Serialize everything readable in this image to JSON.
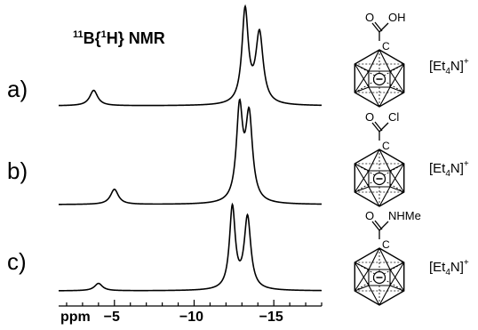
{
  "title": {
    "isotope_mass": "11",
    "nucleus": "B",
    "decoupled_mass": "1",
    "decoupled": "H",
    "suffix": " NMR"
  },
  "axis": {
    "unit": "ppm",
    "tick_labels": [
      "−5",
      "−10",
      "−15"
    ],
    "tick_values": [
      -5,
      -10,
      -15
    ],
    "range": [
      -1.5,
      -18.0
    ]
  },
  "traces": [
    {
      "label": "a)",
      "substituent": {
        "top": "O",
        "right": "OH"
      },
      "cation": {
        "main": "[Et",
        "sub": "4",
        "rest": "N]",
        "sup": "+"
      },
      "peaks": [
        {
          "ppm": -3.7,
          "height": 0.165,
          "width": 0.3
        },
        {
          "ppm": -13.2,
          "height": 1.0,
          "width": 0.24
        },
        {
          "ppm": -14.1,
          "height": 0.75,
          "width": 0.28
        }
      ]
    },
    {
      "label": "b)",
      "substituent": {
        "top": "O",
        "right": "Cl"
      },
      "cation": {
        "main": "[Et",
        "sub": "4",
        "rest": "N]",
        "sup": "+"
      },
      "peaks": [
        {
          "ppm": -5.0,
          "height": 0.165,
          "width": 0.3
        },
        {
          "ppm": -12.85,
          "height": 1.0,
          "width": 0.24
        },
        {
          "ppm": -13.45,
          "height": 0.92,
          "width": 0.26
        }
      ]
    },
    {
      "label": "c)",
      "substituent": {
        "top": "O",
        "right": "NHMe"
      },
      "cation": {
        "main": "[Et",
        "sub": "4",
        "rest": "N]",
        "sup": "+"
      },
      "peaks": [
        {
          "ppm": -4.0,
          "height": 0.09,
          "width": 0.3
        },
        {
          "ppm": -12.4,
          "height": 1.0,
          "width": 0.22
        },
        {
          "ppm": -13.35,
          "height": 0.88,
          "width": 0.25
        }
      ]
    }
  ],
  "cage": {
    "carbon": "C",
    "charge": "⊖"
  }
}
